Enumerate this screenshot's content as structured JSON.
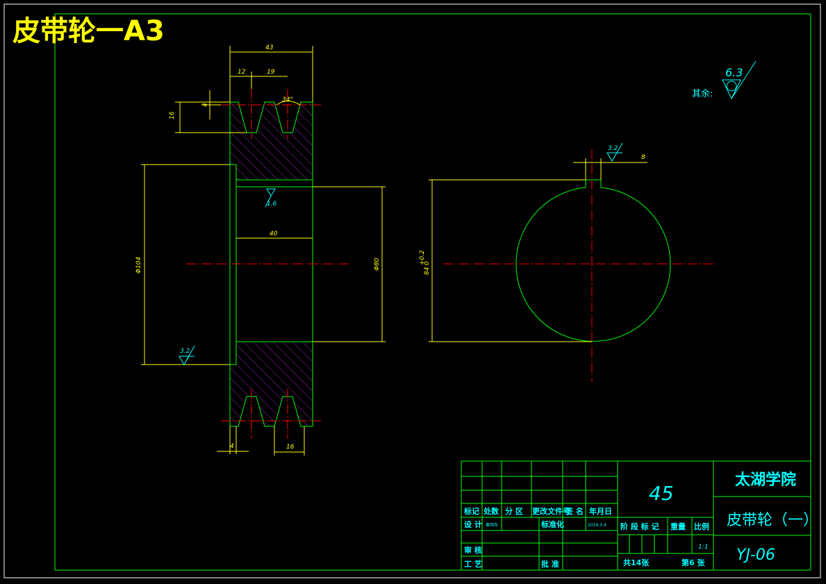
{
  "title": "皮带轮一A3",
  "dimensions": {
    "width_43": "43",
    "d12": "12",
    "d19": "19",
    "angle34": "34°",
    "d16v": "16",
    "d4v": "4",
    "dia104": "Φ104",
    "dia80": "Φ80",
    "len40": "40",
    "d4h": "4",
    "d16h": "16",
    "key8": "8",
    "bore84": "84",
    "bore_tol_upper": "+0.2",
    "bore_tol_lower": "0"
  },
  "roughness": {
    "default_label": "其余:",
    "default_value": "6.3",
    "keyway": "3.2",
    "bore": "1.6",
    "hub": "3.2"
  },
  "title_block": {
    "school": "太湖学院",
    "material": "45",
    "part_name": "皮带轮（一）",
    "drawing_no": "YJ-06",
    "headers": [
      "标记",
      "处数",
      "分 区",
      "更改文件号",
      "签 名",
      "年月日"
    ],
    "design_label": "设 计",
    "designer": "黄明东",
    "standardize_label": "标准化",
    "date": "2019.3.4",
    "review_label": "审 核",
    "process_label": "工 艺",
    "approve_label": "批 准",
    "stage_label": "阶 段 标 记",
    "weight_label": "重量",
    "scale_label": "比例",
    "scale": "1:1",
    "total_sheets": "共14张",
    "sheet_no": "第6 张"
  },
  "colors": {
    "background": "#000000",
    "outline": "#00ff00",
    "dimension": "#ffff00",
    "centerline": "#ff0000",
    "annotation": "#00ffff",
    "hatch": "#a020c0"
  }
}
